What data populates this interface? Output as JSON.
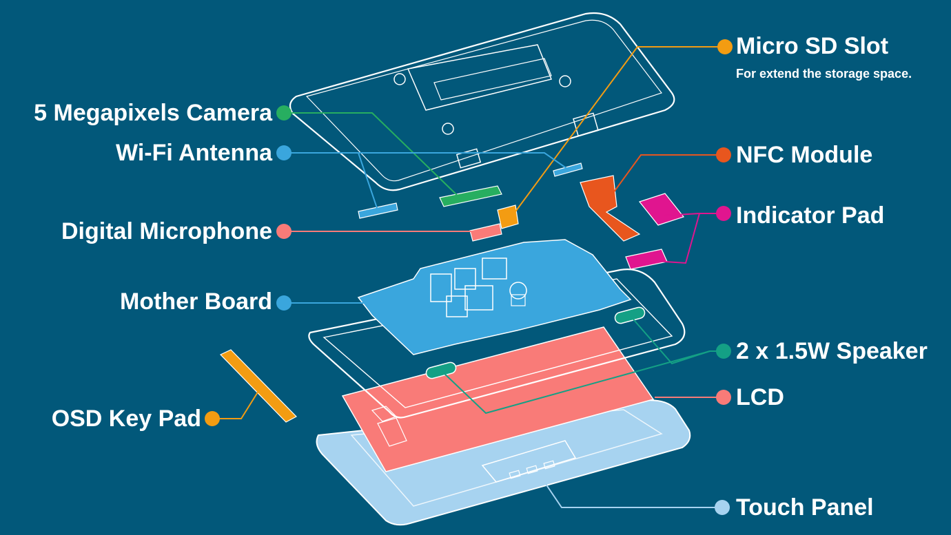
{
  "colors": {
    "background": "#02587a",
    "outline": "#ffffff",
    "orange": "#f39c12",
    "green": "#27ae60",
    "blue": "#3aa6dd",
    "salmon": "#f97b78",
    "red_orange": "#e8561e",
    "magenta": "#e0158f",
    "teal": "#14a085",
    "pale_blue": "#a7d3f0"
  },
  "callouts": {
    "micro_sd": {
      "label": "Micro SD Slot",
      "description": "For extend the storage space."
    },
    "camera": {
      "label": "5 Megapixels Camera"
    },
    "wifi": {
      "label": "Wi-Fi Antenna"
    },
    "nfc": {
      "label": "NFC Module"
    },
    "indicator": {
      "label": "Indicator Pad"
    },
    "microphone": {
      "label": "Digital Microphone"
    },
    "motherboard": {
      "label": "Mother Board"
    },
    "speaker": {
      "label": "2 x 1.5W Speaker"
    },
    "lcd": {
      "label": "LCD"
    },
    "osd": {
      "label": "OSD Key Pad"
    },
    "touch": {
      "label": "Touch Panel"
    }
  }
}
